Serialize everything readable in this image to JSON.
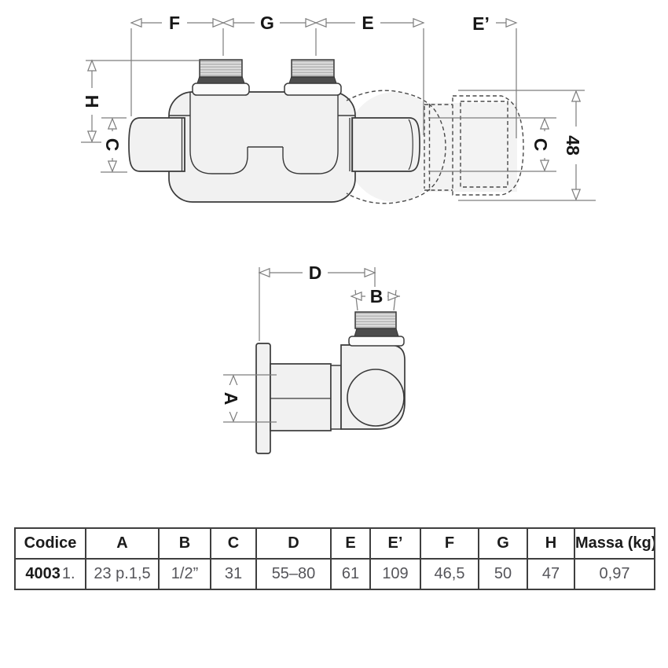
{
  "colors": {
    "outline": "#3a3a3a",
    "body_fill": "#f1f1f1",
    "dashed_fill": "#f3f3f3",
    "thread_fill": "#b8b8b8",
    "band_fill": "#4d4d4d",
    "dimension_gray": "#7d7d7d",
    "label_black": "#161616",
    "table_border": "#3f3f3f",
    "table_value_gray": "#55555a"
  },
  "top_view": {
    "dim_F": "F",
    "dim_G": "G",
    "dim_E": "E",
    "dim_E_prime": "E’",
    "dim_H": "H",
    "dim_C_left": "C",
    "dim_C_right": "C",
    "dim_48": "48"
  },
  "side_view": {
    "dim_D": "D",
    "dim_B": "B",
    "dim_A": "A"
  },
  "table": {
    "headers": [
      "Codice",
      "A",
      "B",
      "C",
      "D",
      "E",
      "E’",
      "F",
      "G",
      "H",
      "Massa (kg)"
    ],
    "row": {
      "code": "4003",
      "code_suffix": "1.",
      "values": [
        "23 p.1,5",
        "1/2”",
        "31",
        "55–80",
        "61",
        "109",
        "46,5",
        "50",
        "47",
        "0,97"
      ]
    }
  }
}
